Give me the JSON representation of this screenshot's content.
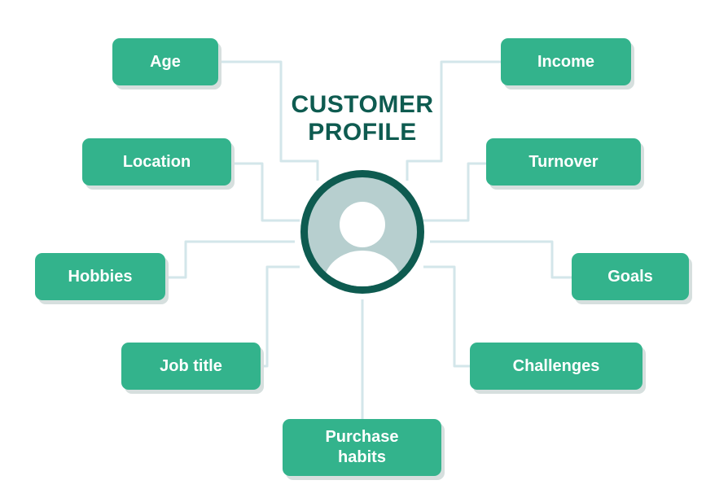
{
  "title": {
    "line1": "CUSTOMER",
    "line2": "PROFILE"
  },
  "nodes": {
    "age": "Age",
    "location": "Location",
    "hobbies": "Hobbies",
    "job_title": "Job title",
    "purchase_habits_line1": "Purchase",
    "purchase_habits_line2": "habits",
    "income": "Income",
    "turnover": "Turnover",
    "goals": "Goals",
    "challenges": "Challenges"
  },
  "colors": {
    "node_fill": "#33b38c",
    "node_text": "#ffffff",
    "title": "#0e5b50",
    "ring": "#0e5b50",
    "avatar_bg": "#b7cfcf",
    "connector": "#d3e6ea"
  },
  "icons": {
    "center": "user-profile-icon"
  }
}
